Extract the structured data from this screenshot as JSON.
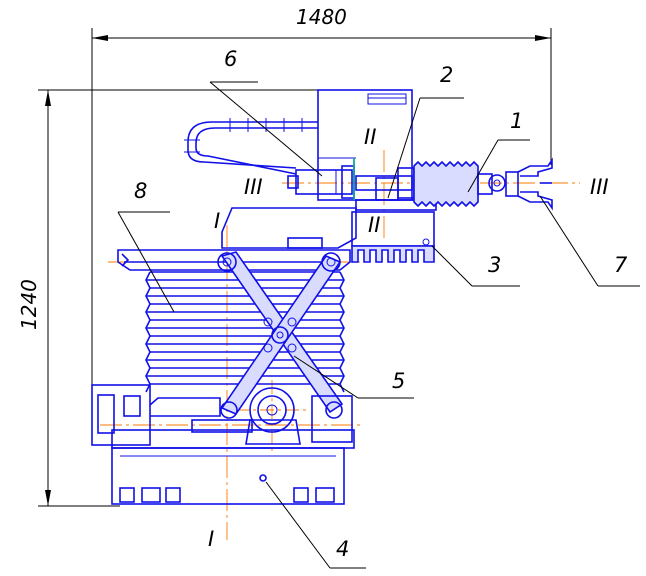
{
  "dimensions": {
    "width_value": "1480",
    "height_value": "1240"
  },
  "part_labels": {
    "p1": "1",
    "p2": "2",
    "p3": "3",
    "p4": "4",
    "p5": "5",
    "p6": "6",
    "p7": "7",
    "p8": "8"
  },
  "section_marks": {
    "axis_I": "I",
    "axis_II": "II",
    "axis_III": "III"
  },
  "colors": {
    "machine_outline": "#1010e8",
    "centerline": "#ff7a00",
    "dimension_lines": "#000000",
    "accent_line": "#14a59a"
  }
}
